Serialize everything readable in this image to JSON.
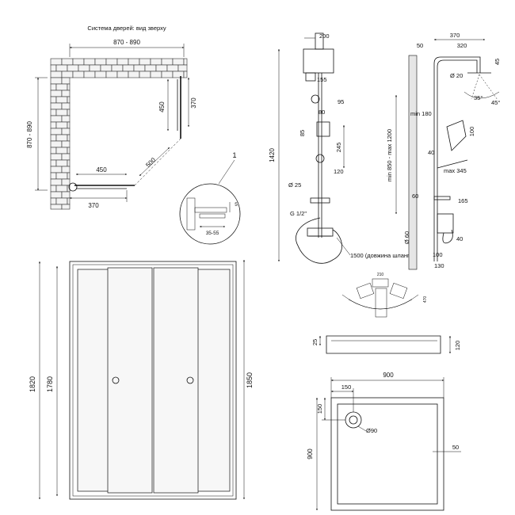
{
  "views": {
    "top_view": {
      "caption": "Система дверей: вид зверху",
      "dim_width": "870 - 890",
      "dim_depth": "870 - 890",
      "dim_door_run": "450",
      "dim_diag": "500",
      "dim_side_450": "450",
      "dim_side_370": "370",
      "dim_front_370": "370"
    },
    "detail": {
      "callout": "1",
      "dim_5": "5",
      "dim_gap": "35-55"
    },
    "shower_front": {
      "dim_200": "200",
      "dim_155": "155",
      "dim_95": "95",
      "dim_80": "80",
      "dim_85": "85",
      "dim_245": "245",
      "dim_1420": "1420",
      "dim_120": "120",
      "dim_d25": "Ø 25",
      "thread": "G 1/2\"",
      "hose": "1500 (довжина шлангу)"
    },
    "shower_side": {
      "dim_370": "370",
      "dim_50": "50",
      "dim_320": "320",
      "dim_45": "45",
      "dim_d20": "Ø 20",
      "angle_35": "35°",
      "angle_45": "45°",
      "dim_min180": "min 180",
      "dim_100": "100",
      "dim_height": "min 850 - max 1200",
      "dim_40a": "40",
      "dim_max345": "max 345",
      "dim_60": "60",
      "dim_165": "165",
      "dim_d60": "Ø 60",
      "dim_40b": "40",
      "dim_100b": "100",
      "dim_130": "130"
    },
    "rotation_plan": {
      "dim_210": "210",
      "dim_470": "470"
    },
    "tray_profile": {
      "dim_25": "25",
      "dim_120": "120"
    },
    "tray_plan": {
      "dim_900_top": "900",
      "dim_150_h": "150",
      "dim_150_v": "150",
      "dim_d90": "Ø90",
      "dim_900_left": "900",
      "dim_50": "50"
    },
    "door_front": {
      "dim_1820": "1820",
      "dim_1780": "1780",
      "dim_1850": "1850"
    }
  },
  "colors": {
    "line": "#111111",
    "brick_fill": "#f3f3f3",
    "glass_fill": "#f7f7f7"
  }
}
